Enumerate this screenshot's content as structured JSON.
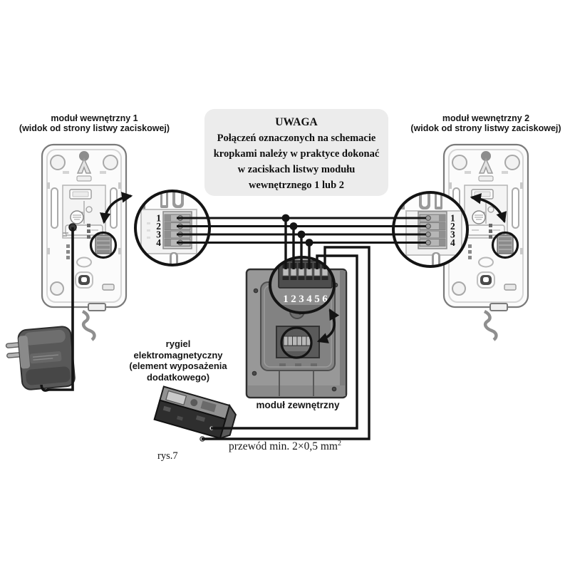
{
  "figure": {
    "module1_label": {
      "title": "moduł wewnętrzny 1",
      "subtitle": "(widok od strony listwy zaciskowej)"
    },
    "module2_label": {
      "title": "moduł wewnętrzny 2",
      "subtitle": "(widok od strony listwy zaciskowej)"
    },
    "warning": {
      "title": "UWAGA",
      "lines": [
        "Połączeń oznaczonych na schemacie",
        "kropkami należy w praktyce dokonać",
        "w zaciskach listwy modułu",
        "wewnętrznego 1 lub 2"
      ]
    },
    "bolt_label": {
      "lines": [
        "rygiel",
        "elektromagnetyczny",
        "(element wyposażenia",
        "dodatkowego)"
      ]
    },
    "outdoor_label": "moduł zewnętrzny",
    "wire_spec": {
      "text": "przewód min. 2×0,5 mm",
      "exponent": "2"
    },
    "figure_number": "rys.7",
    "terminals": {
      "left_inset": [
        "1",
        "2",
        "3",
        "4"
      ],
      "right_inset": [
        "1",
        "2",
        "3",
        "4"
      ],
      "outdoor_block": [
        "1",
        "2",
        "3",
        "4",
        "5",
        "6"
      ]
    },
    "colors": {
      "wire": "#141414",
      "warning_box_bg": "#ececec",
      "module_body": "#fafafa",
      "outdoor_body": "#919191",
      "bolt_dark": "#2e2e2e",
      "adapter_body": "#565656"
    }
  }
}
